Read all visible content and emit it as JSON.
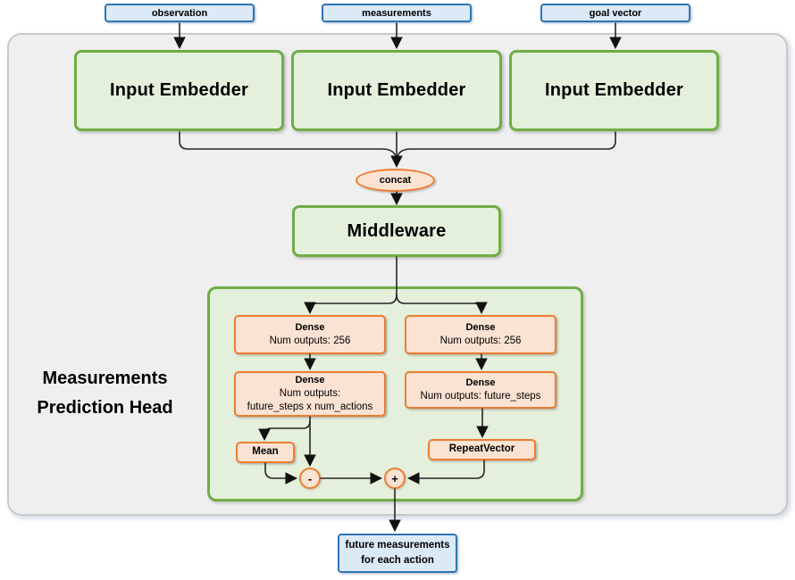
{
  "colors": {
    "blue_border": "#2E75B6",
    "blue_fill": "#DCE9F7",
    "green_border": "#70AD47",
    "green_fill": "#E4F0DB",
    "orange_border": "#ED7D31",
    "orange_fill": "#FBE3D3",
    "panel_fill": "#EFEFEF",
    "panel_border": "#C9C9C9",
    "wire": "#262626"
  },
  "inputs": [
    {
      "label": "observation"
    },
    {
      "label": "measurements"
    },
    {
      "label": "goal vector"
    }
  ],
  "embedders": [
    {
      "label": "Input Embedder"
    },
    {
      "label": "Input Embedder"
    },
    {
      "label": "Input Embedder"
    }
  ],
  "concat": {
    "label": "concat"
  },
  "middleware": {
    "label": "Middleware"
  },
  "head": {
    "title_line1": "Measurements",
    "title_line2": "Prediction Head",
    "dense_left_1": {
      "title": "Dense",
      "line2": "Num outputs: 256"
    },
    "dense_left_2": {
      "title": "Dense",
      "line2": "Num outputs:",
      "line3": "future_steps x num_actions"
    },
    "dense_right_1": {
      "title": "Dense",
      "line2": "Num outputs: 256"
    },
    "dense_right_2": {
      "title": "Dense",
      "line2": "Num outputs: future_steps"
    },
    "mean": {
      "label": "Mean"
    },
    "repeat_vector": {
      "label": "RepeatVector"
    },
    "minus": {
      "label": "-"
    },
    "plus": {
      "label": "+"
    }
  },
  "output": {
    "line1": "future measurements",
    "line2": "for each action"
  }
}
